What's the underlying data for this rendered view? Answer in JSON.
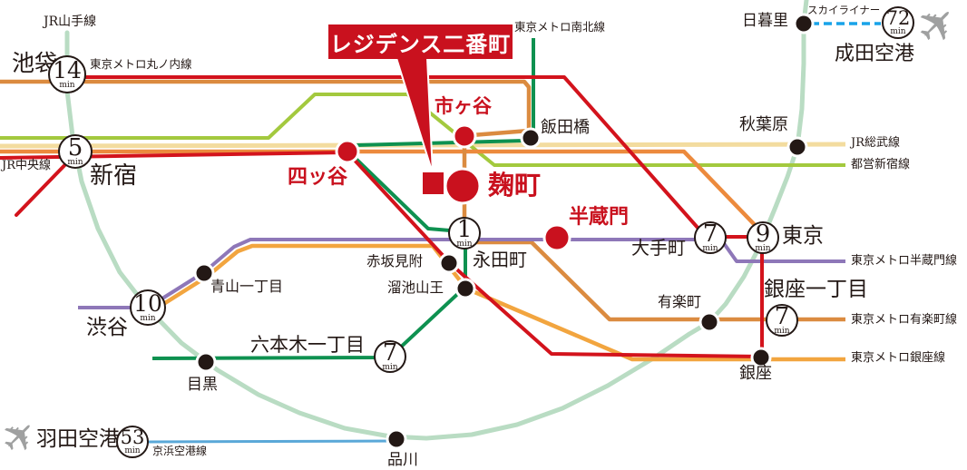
{
  "property": {
    "label": "レジデンス二番町"
  },
  "units": {
    "min": "min"
  },
  "icons": {
    "airplane": "✈"
  },
  "colors": {
    "red": "#c9111e",
    "black": "#231815",
    "white": "#ffffff",
    "plane_gray": "#9fa0a0"
  },
  "lines": {
    "yamanote": {
      "label": "JR山手線",
      "color": "#b9dcc3"
    },
    "marunouchi": {
      "label": "東京メトロ丸ノ内線",
      "color": "#d3131c"
    },
    "chuo": {
      "label": "JR中央線",
      "color": "#ec8a3d"
    },
    "sobu": {
      "label": "JR総武線",
      "color": "#f3dc9f"
    },
    "toei_shinjuku": {
      "label": "都営新宿線",
      "color": "#a3c93e"
    },
    "namboku": {
      "label": "東京メトロ南北線",
      "color": "#0e9150"
    },
    "yurakucho": {
      "label": "東京メトロ有楽町線",
      "color": "#db8b40"
    },
    "ginza": {
      "label": "東京メトロ銀座線",
      "color": "#f2a53f"
    },
    "hanzomon": {
      "label": "東京メトロ半蔵門線",
      "color": "#8e77b8"
    },
    "keikyu": {
      "label": "京浜空港線",
      "color": "#5aa8d8"
    },
    "skyliner": {
      "label": "スカイライナー",
      "color": "#18a3e9"
    }
  },
  "stations": {
    "ikebukuro": {
      "name": "池袋",
      "time": "14"
    },
    "shinjuku": {
      "name": "新宿",
      "time": "5"
    },
    "yotsuya": {
      "name": "四ッ谷"
    },
    "ichigaya": {
      "name": "市ヶ谷"
    },
    "kojimachi": {
      "name": "麹町"
    },
    "hanzomon": {
      "name": "半蔵門"
    },
    "iidabashi": {
      "name": "飯田橋"
    },
    "nagatacho": {
      "name": "永田町",
      "time": "1"
    },
    "akasaka_mitsuke": {
      "name": "赤坂見附"
    },
    "tameike_sanno": {
      "name": "溜池山王"
    },
    "otemachi": {
      "name": "大手町",
      "time": "7"
    },
    "tokyo": {
      "name": "東京",
      "time": "9"
    },
    "akihabara": {
      "name": "秋葉原"
    },
    "nippori": {
      "name": "日暮里"
    },
    "narita": {
      "name": "成田空港",
      "time": "72"
    },
    "shibuya": {
      "name": "渋谷",
      "time": "10"
    },
    "aoyama_itchome": {
      "name": "青山一丁目"
    },
    "roppongi_itchome": {
      "name": "六本木一丁目",
      "time": "7"
    },
    "meguro": {
      "name": "目黒"
    },
    "ginza_itchome": {
      "name": "銀座一丁目",
      "time": "7"
    },
    "yurakucho_st": {
      "name": "有楽町"
    },
    "ginza_st": {
      "name": "銀座"
    },
    "shinagawa": {
      "name": "品川"
    },
    "haneda": {
      "name": "羽田空港",
      "time": "53"
    }
  }
}
